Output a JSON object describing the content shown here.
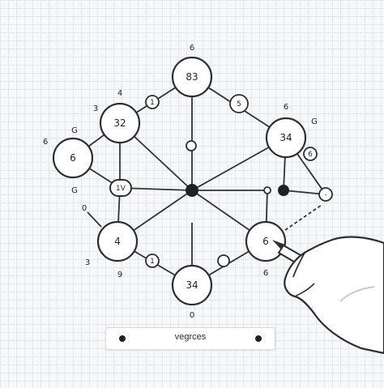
{
  "diagram": {
    "nodes": [
      {
        "id": "n83",
        "label": "83",
        "kind": "big"
      },
      {
        "id": "n32",
        "label": "32",
        "kind": "big"
      },
      {
        "id": "n6a",
        "label": "6",
        "kind": "big"
      },
      {
        "id": "n34r",
        "label": "34",
        "kind": "big"
      },
      {
        "id": "n4",
        "label": "4",
        "kind": "big"
      },
      {
        "id": "n6b",
        "label": "6",
        "kind": "big"
      },
      {
        "id": "n34b",
        "label": "34",
        "kind": "big"
      },
      {
        "id": "hub",
        "label": "",
        "kind": "hub"
      },
      {
        "id": "s1",
        "label": "1",
        "kind": "small"
      },
      {
        "id": "s5",
        "label": "5",
        "kind": "small"
      },
      {
        "id": "s1v",
        "label": "1V",
        "kind": "pill"
      },
      {
        "id": "s6",
        "label": "6",
        "kind": "small"
      },
      {
        "id": "s1b",
        "label": "1",
        "kind": "small"
      },
      {
        "id": "s7",
        "label": "",
        "kind": "small"
      },
      {
        "id": "mid",
        "label": "",
        "kind": "small"
      },
      {
        "id": "dot",
        "label": "",
        "kind": "dot"
      },
      {
        "id": "dash",
        "label": "-",
        "kind": "small"
      }
    ],
    "annotations": [
      "6",
      "4",
      "3",
      "6",
      "G",
      "G",
      "6",
      "G",
      "0",
      "3",
      "9",
      "6",
      "0"
    ],
    "caption": "vegrces"
  }
}
